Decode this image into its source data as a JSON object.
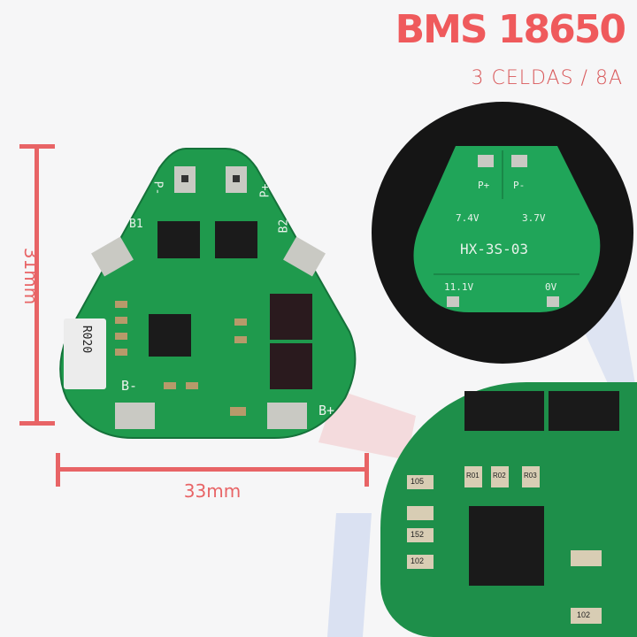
{
  "header": {
    "title": "BMS 18650",
    "subtitle": "3 CELDAS / 8A"
  },
  "dimensions": {
    "height": "31mm",
    "width": "33mm"
  },
  "colors": {
    "accent": "#ef5a5c",
    "pcb_green": "#1f9a4d",
    "dimension_line": "#e86466"
  },
  "board": {
    "labels": {
      "p_minus": "P-",
      "p_plus": "P+",
      "b1": "B1",
      "b2": "B2",
      "resistor": "R020",
      "b_minus": "B-",
      "b_plus": "B+"
    }
  },
  "back_view": {
    "labels": {
      "p_plus": "P+",
      "p_minus": "P-",
      "v74": "7.4V",
      "v37": "3.7V",
      "model": "HX-3S-03",
      "v111": "11.1V",
      "v0": "0V"
    }
  },
  "closeup": {
    "labels": [
      "105",
      "152",
      "102",
      "R01",
      "R02",
      "R03",
      "102"
    ]
  }
}
